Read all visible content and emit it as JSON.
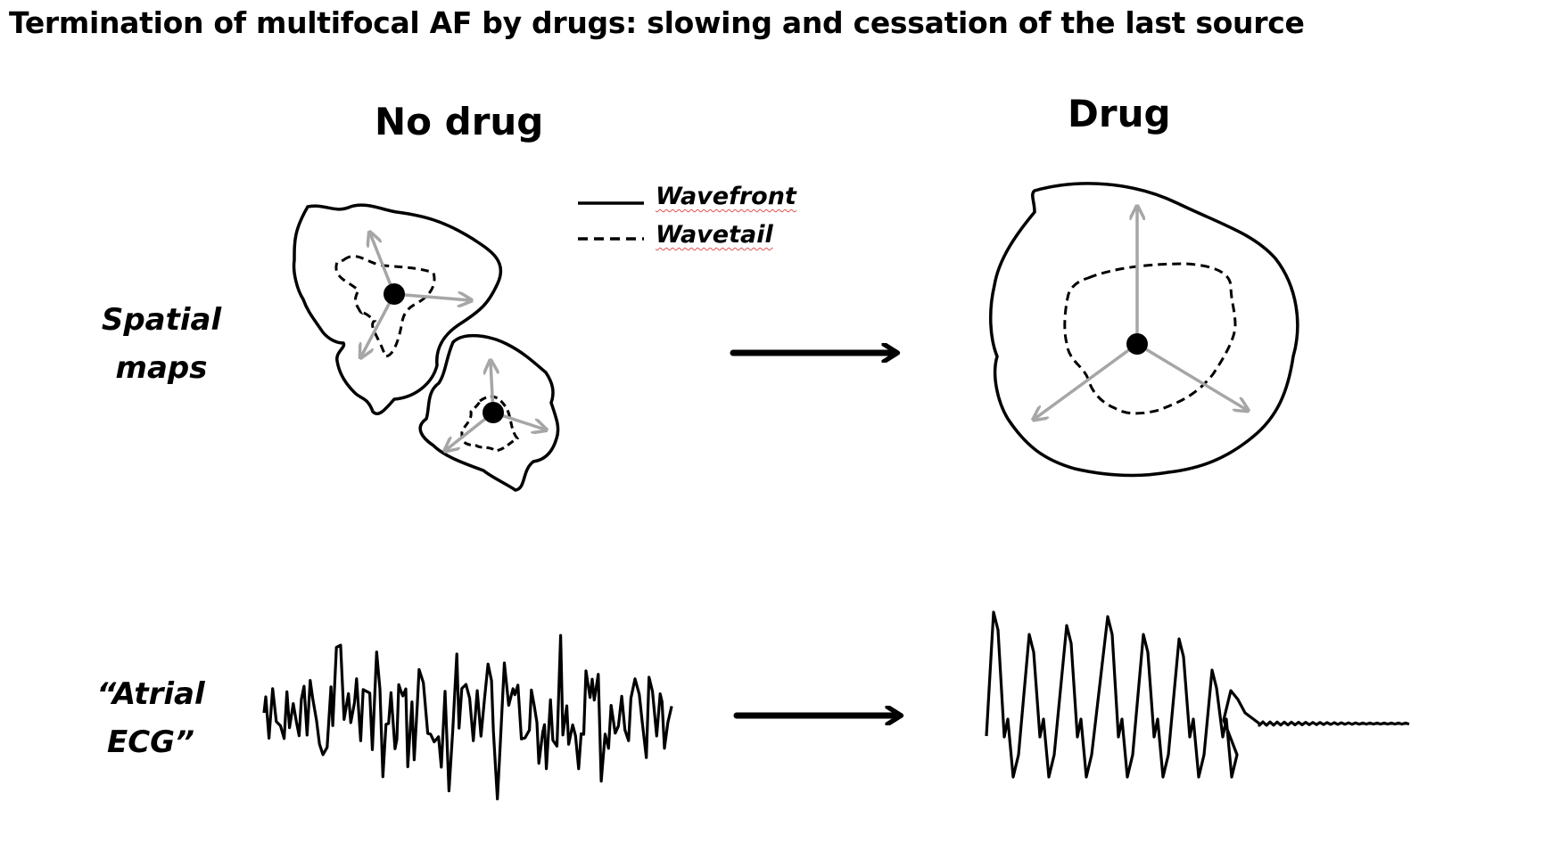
{
  "title": "Termination of multifocal AF by drugs: slowing and cessation of the last source",
  "columns": {
    "left": "No drug",
    "right": "Drug"
  },
  "rows": {
    "spatial": [
      "Spatial",
      "maps"
    ],
    "ecg": [
      "“Atrial",
      "ECG”"
    ]
  },
  "legend": {
    "wavefront": "Wavefront",
    "wavetail": "Wavetail"
  },
  "colors": {
    "stroke": "#000000",
    "arrow_gray": "#a6a6a6",
    "spellcheck_underline": "#e05050"
  }
}
